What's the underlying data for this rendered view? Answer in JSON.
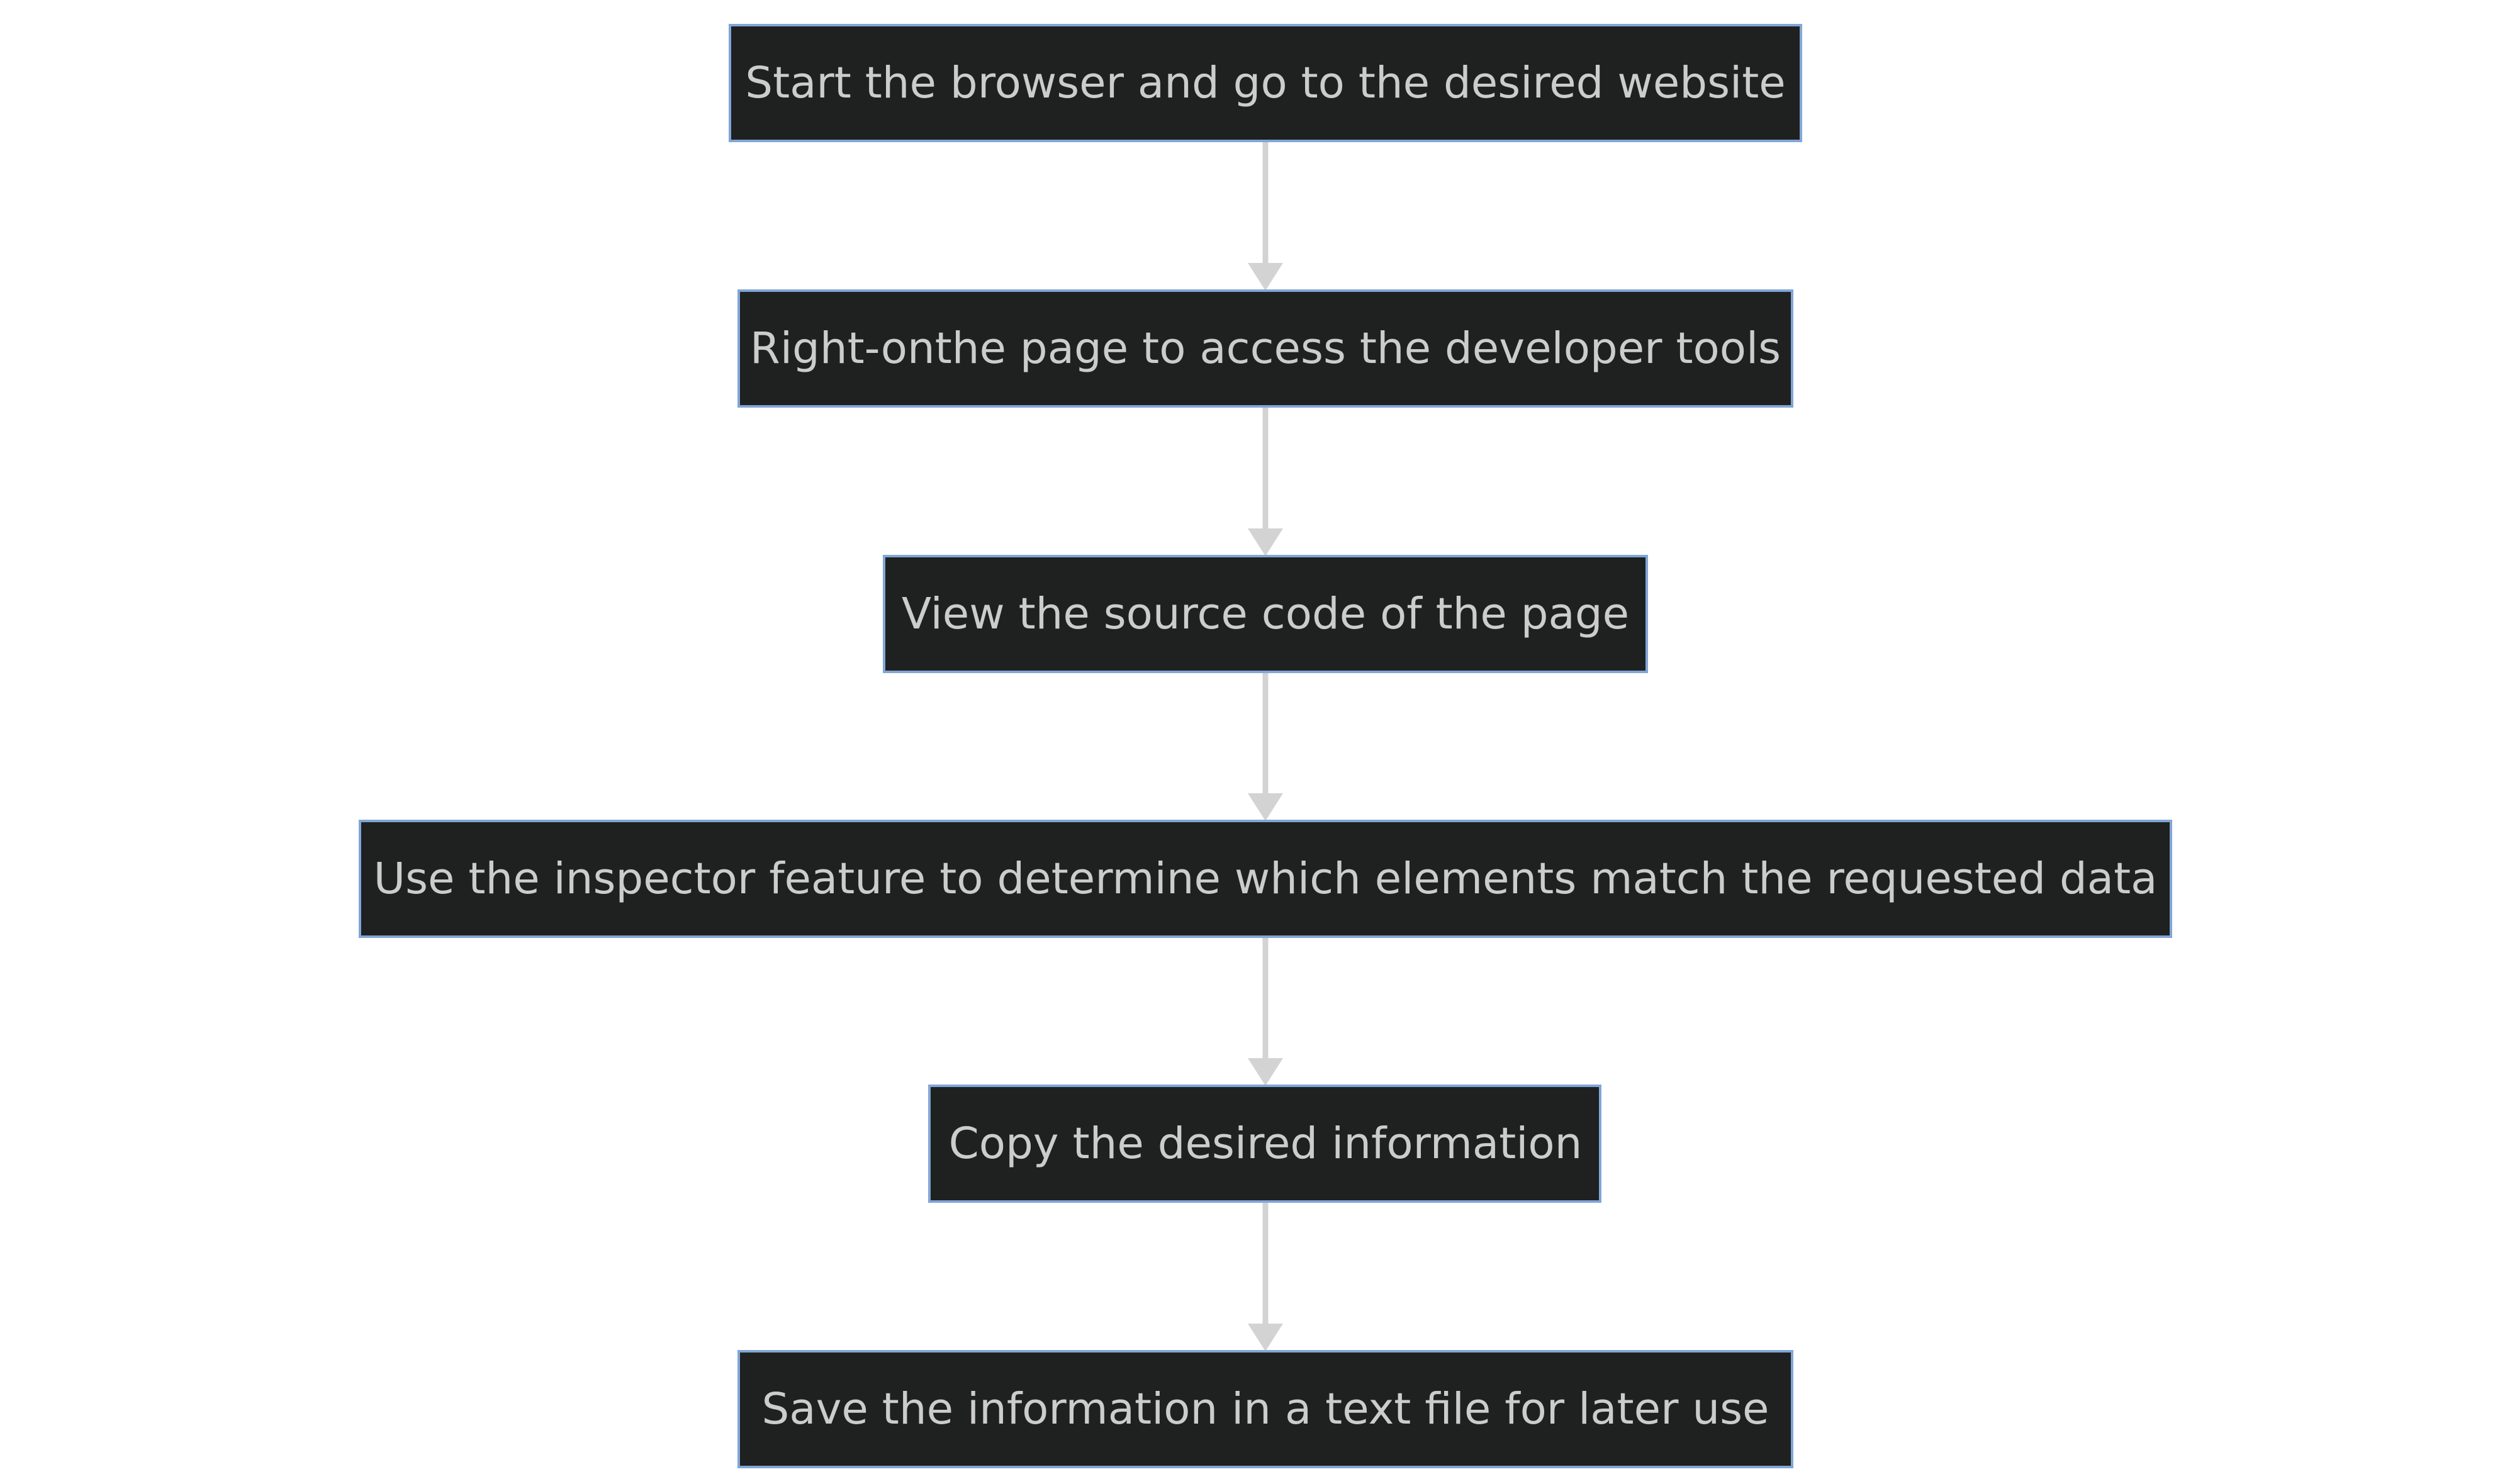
{
  "diagram": {
    "type": "flowchart",
    "direction": "top-to-bottom",
    "colors": {
      "node_fill": "#1f2020",
      "node_border": "#81a6d6",
      "node_text": "#cccccc",
      "edge": "#d3d3d3",
      "background": "#ffffff"
    },
    "nodes": [
      {
        "id": "step1",
        "label": "Start the browser and go to the desired website"
      },
      {
        "id": "step2",
        "label": "Right-onthe page to access the developer tools"
      },
      {
        "id": "step3",
        "label": "View the source code of the page"
      },
      {
        "id": "step4",
        "label": "Use the inspector feature to determine which elements match the requested data"
      },
      {
        "id": "step5",
        "label": "Copy the desired information"
      },
      {
        "id": "step6",
        "label": "Save the information in a text file for later use"
      }
    ],
    "edges": [
      {
        "from": "step1",
        "to": "step2"
      },
      {
        "from": "step2",
        "to": "step3"
      },
      {
        "from": "step3",
        "to": "step4"
      },
      {
        "from": "step4",
        "to": "step5"
      },
      {
        "from": "step5",
        "to": "step6"
      }
    ]
  }
}
